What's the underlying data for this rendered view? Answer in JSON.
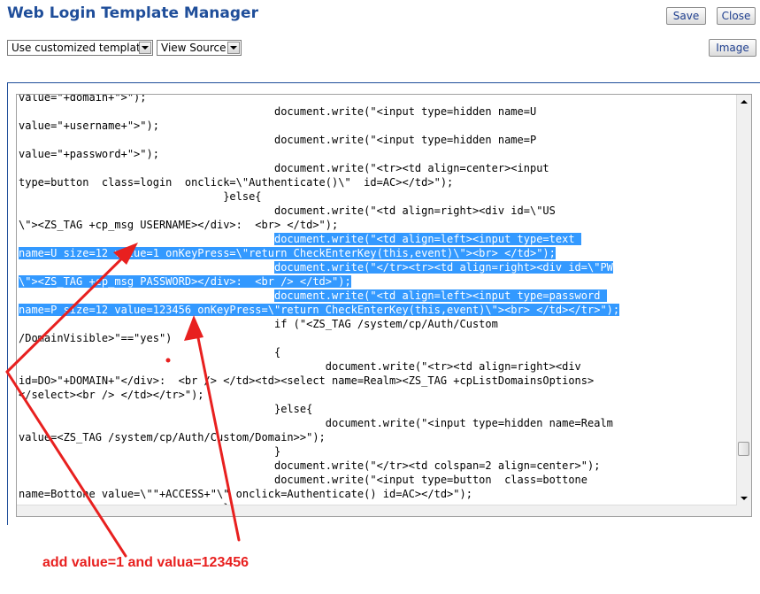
{
  "header": {
    "title": "Web Login Template Manager",
    "save_label": "Save",
    "close_label": "Close",
    "image_label": "Image"
  },
  "toolbar": {
    "template_select": "Use customized template",
    "view_select": "View Source"
  },
  "editor": {
    "lines": [
      {
        "pre": "value=\"+domain+\">\");",
        "hl": "",
        "post": ""
      },
      {
        "pre": "                                        document.write(\"<input type=hidden name=U",
        "hl": "",
        "post": ""
      },
      {
        "pre": "value=\"+username+\">\");",
        "hl": "",
        "post": ""
      },
      {
        "pre": "                                        document.write(\"<input type=hidden name=P",
        "hl": "",
        "post": ""
      },
      {
        "pre": "value=\"+password+\">\");",
        "hl": "",
        "post": ""
      },
      {
        "pre": "                                        document.write(\"<tr><td align=center><input",
        "hl": "",
        "post": ""
      },
      {
        "pre": "type=button  class=login  onclick=\\\"Authenticate()\\\"  id=AC></td>\");",
        "hl": "",
        "post": ""
      },
      {
        "pre": "                                }else{",
        "hl": "",
        "post": ""
      },
      {
        "pre": "                                        document.write(\"<td align=right><div id=\\\"US",
        "hl": "",
        "post": ""
      },
      {
        "pre": "\\\"><ZS_TAG +cp_msg USERNAME></div>:  <br> </td>\");",
        "hl": "",
        "post": ""
      },
      {
        "pre": "                                        ",
        "hl": "document.write(\"<td align=left><input type=text ",
        "post": ""
      },
      {
        "pre": "",
        "hl": "name=U size=12 value=1 onKeyPress=\\\"return CheckEnterKey(this,event)\\\"><br> </td>\");",
        "post": ""
      },
      {
        "pre": "                                        ",
        "hl": "document.write(\"</tr><tr><td align=right><div id=\\\"PW",
        "post": ""
      },
      {
        "pre": "",
        "hl": "\\\"><ZS_TAG +cp_msg PASSWORD></div>:  <br /> </td>\");",
        "post": ""
      },
      {
        "pre": "                                        ",
        "hl": "document.write(\"<td align=left><input type=password ",
        "post": ""
      },
      {
        "pre": "",
        "hl": "name=P size=12 value=123456 onKeyPress=\\\"return CheckEnterKey(this,event)\\\"><br> </td></tr>\");",
        "post": ""
      },
      {
        "pre": "                                        if (\"<ZS_TAG /system/cp/Auth/Custom",
        "hl": "",
        "post": ""
      },
      {
        "pre": "/DomainVisible>\"==\"yes\")",
        "hl": "",
        "post": ""
      },
      {
        "pre": "                                        {",
        "hl": "",
        "post": ""
      },
      {
        "pre": "                                                document.write(\"<tr><td align=right><div",
        "hl": "",
        "post": ""
      },
      {
        "pre": "id=DO>\"+DOMAIN+\"</div>:  <br /> </td><td><select name=Realm><ZS_TAG +cpListDomainsOptions>",
        "hl": "",
        "post": ""
      },
      {
        "pre": "</select><br /> </td></tr>\");",
        "hl": "",
        "post": ""
      },
      {
        "pre": "                                        }else{",
        "hl": "",
        "post": ""
      },
      {
        "pre": "                                                document.write(\"<input type=hidden name=Realm",
        "hl": "",
        "post": ""
      },
      {
        "pre": "value=<ZS_TAG /system/cp/Auth/Custom/Domain>>\");",
        "hl": "",
        "post": ""
      },
      {
        "pre": "                                        }",
        "hl": "",
        "post": ""
      },
      {
        "pre": "                                        document.write(\"</tr><td colspan=2 align=center>\");",
        "hl": "",
        "post": ""
      },
      {
        "pre": "                                        document.write(\"<input type=button  class=bottone",
        "hl": "",
        "post": ""
      },
      {
        "pre": "name=Bottone value=\\\"\"+ACCESS+\"\\\" onclick=Authenticate() id=AC></td>\");",
        "hl": "",
        "post": ""
      },
      {
        "pre": "                                }",
        "hl": "",
        "post": ""
      }
    ]
  },
  "annotation": {
    "text": "add value=1 and valua=123456",
    "color": "#e8201f"
  },
  "colors": {
    "title": "#1f4e9a",
    "selection": "#3399ff"
  }
}
